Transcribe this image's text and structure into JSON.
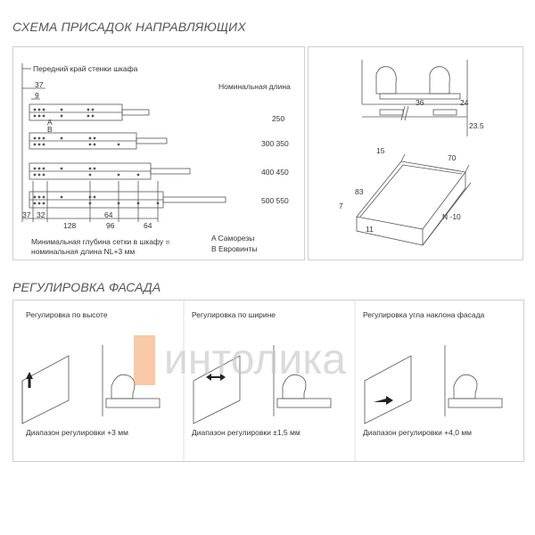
{
  "section1_title": "СХЕМА ПРИСАДОК НАПРАВЛЯЮЩИХ",
  "section2_title": "РЕГУЛИРОВКА ФАСАДА",
  "drilling": {
    "front_edge_label": "Передний край стенки шкафа",
    "nominal_length_label": "Номинальная длина",
    "lengths": [
      "250",
      "300 350",
      "400 450",
      "500 550"
    ],
    "top_dims": [
      "37",
      "9"
    ],
    "bottom_dims": [
      "37",
      "32",
      "128",
      "96",
      "64",
      "64"
    ],
    "hole_letters": [
      "A",
      "B"
    ],
    "min_depth_line1": "Минимальная глубина сетки в шкафу =",
    "min_depth_line2": "номинальная длина NL+3 мм",
    "legend_a": "A Саморезы",
    "legend_b": "B Евровинты"
  },
  "assembly": {
    "dims_top": [
      "36",
      "24",
      "23.5"
    ],
    "dims_iso": [
      "70",
      "15",
      "83",
      "7",
      "11",
      "N -10"
    ]
  },
  "adjust": {
    "height_title": "Регулировка по высоте",
    "width_title": "Регулировка по ширине",
    "tilt_title": "Регулировка угла наклона фасада",
    "height_range": "Диапазон регулировки +3 мм",
    "width_range": "Диапазон регулировки ±1,5 мм",
    "tilt_range": "Диапазон регулировки +4,0 мм"
  },
  "watermark": "интолика",
  "colors": {
    "line": "#555555",
    "panel_border": "#cfcfcf",
    "watermark_orange": "#f08a3c",
    "watermark_grey": "#c8c8c8"
  }
}
